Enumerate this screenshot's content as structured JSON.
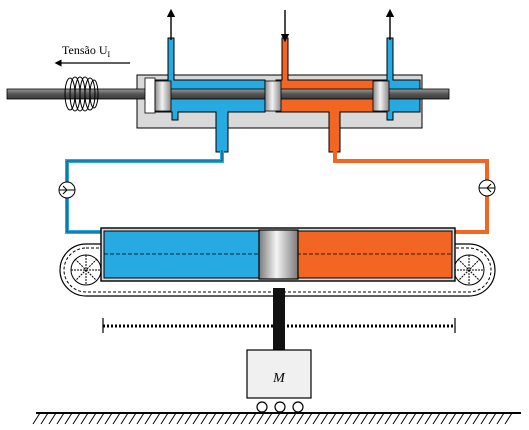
{
  "labels": {
    "voltage_prefix": "Tensão U",
    "voltage_subscript": "I",
    "mass": "M"
  },
  "colors": {
    "supply_pressure": "#f26522",
    "return_line": "#27a9e1",
    "valve_body": "#d9d9d9",
    "spool_rod": "#6f6f6f",
    "spool_lands": "#c4c4c4",
    "actuator_piston": "#bdbdbd",
    "mass_block": "#f0f0f0",
    "ground": "#000000"
  },
  "components": [
    "electromagnetic-coil",
    "servo-valve",
    "hydraulic-cylinder",
    "flow-meter-left",
    "flow-meter-right",
    "belt-pulleys",
    "load-carriage",
    "rail",
    "ground"
  ]
}
